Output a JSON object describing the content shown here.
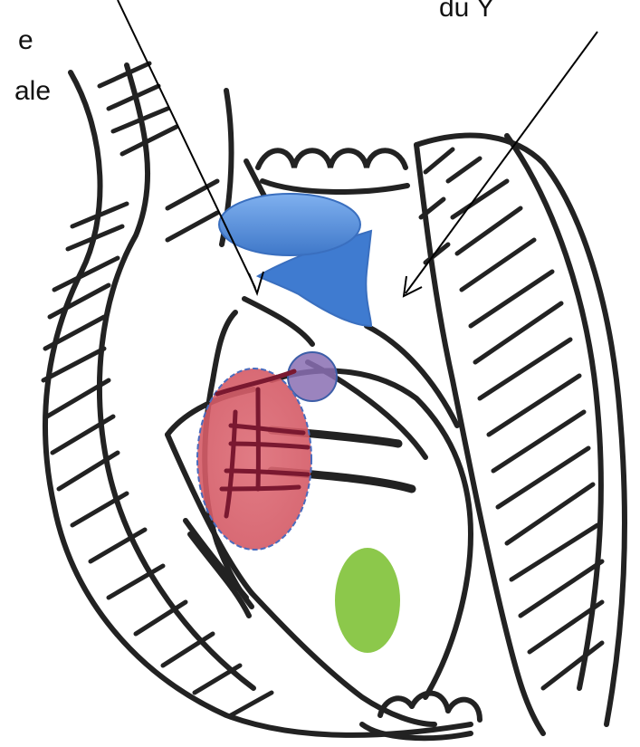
{
  "labels": {
    "left_line1": "e",
    "left_line2": "ale",
    "right_line1": "du Y"
  },
  "colors": {
    "outline": "#222222",
    "blue_shape": "#4a85d6",
    "blue_shape_light": "#6aa0e6",
    "red_ellipse": "#d9606a",
    "purple_circle": "#8f6fb0",
    "green_ellipse": "#8cc84b",
    "fibers": "#7a1830"
  }
}
